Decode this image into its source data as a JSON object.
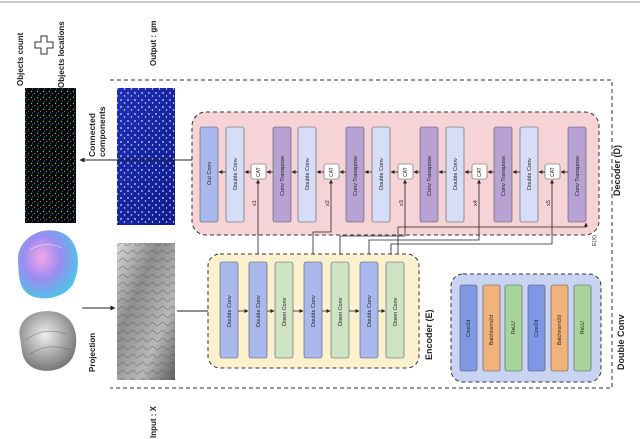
{
  "labels": {
    "objects_count": "Objects count",
    "objects_locations": "Objects locations",
    "output": "Output : gm",
    "connected_components": "Connected components",
    "projection": "Projection",
    "input": "Input : X",
    "decoder": "Decoder (D)",
    "encoder": "Encoder (E)",
    "double_conv_title": "Double Conv",
    "ex": "E(X)"
  },
  "decoder_blocks": {
    "out_conv": "Out Conv",
    "double_conv": "Double Conv",
    "conv_transpose": "Conv Transpose",
    "cat": "CAT"
  },
  "skip_labels": [
    "x1",
    "x2",
    "x3",
    "x4",
    "x5"
  ],
  "encoder_blocks": {
    "double_conv": "Double Conv",
    "down_conv": "Down Conv"
  },
  "double_conv_detail": [
    "Conv2d",
    "Batchnorm2d",
    "ReLU",
    "Conv2d",
    "Batchnorm2d",
    "ReLU"
  ],
  "colors": {
    "decoder_bg": "#f6d3d6",
    "encoder_bg": "#fbf1cf",
    "detail_bg": "#c9d3f2",
    "blue_block": "#a9b9ee",
    "light_blue_block": "#d6ddf6",
    "purple_block": "#b8a2d4",
    "green_block": "#cde3c4",
    "orange_block": "#f2b27a",
    "green_detail": "#a8d39a"
  }
}
